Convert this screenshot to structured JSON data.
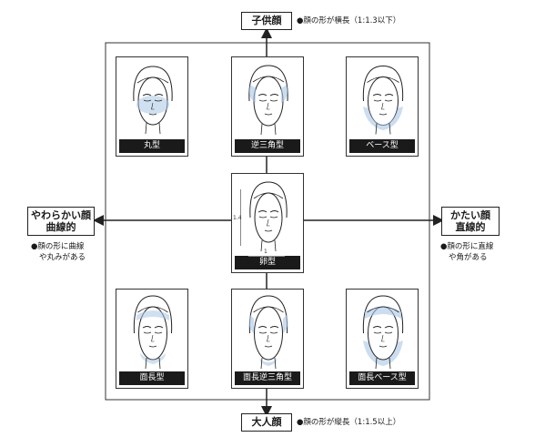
{
  "axes": {
    "top": {
      "label": "子供顔",
      "note": "顔の形が横長（1:1.3以下）"
    },
    "bottom": {
      "label": "大人顔",
      "note": "顔の形が縦長（1:1.5以上）"
    },
    "left": {
      "label_line1": "やわらかい顔",
      "label_line2": "曲線的",
      "note_line1": "顔の形に曲線",
      "note_line2": "や丸みがある"
    },
    "right": {
      "label_line1": "かたい顔",
      "label_line2": "直線的",
      "note_line1": "顔の形に直線",
      "note_line2": "や角がある"
    }
  },
  "cards": {
    "round": "丸型",
    "inverted_triangle": "逆三角型",
    "base": "ベース型",
    "oval": "卵型",
    "long": "面長型",
    "long_inverted_triangle": "面長逆三角型",
    "long_base": "面長ベース型"
  },
  "oval_measure": {
    "height": "1.4",
    "width": "1"
  },
  "colors": {
    "highlight": "#a8c6e6",
    "line": "#222222",
    "caption_bg": "#1a1a1a"
  },
  "bullet": "●"
}
